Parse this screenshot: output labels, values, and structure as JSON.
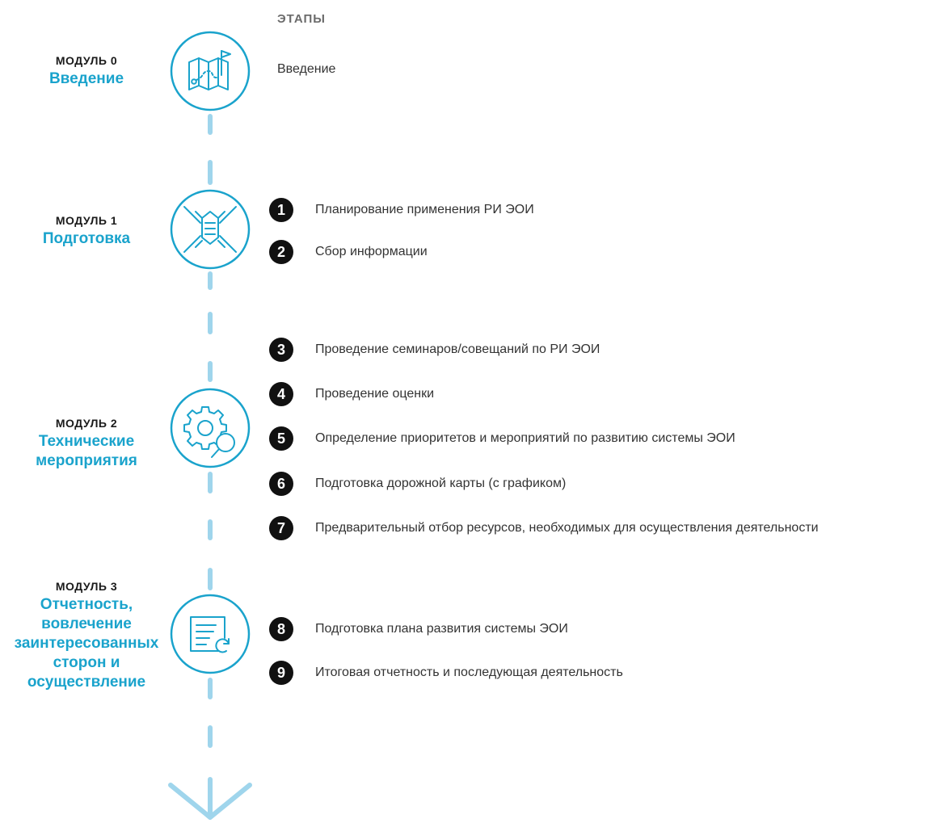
{
  "header": {
    "stages_label": "ЭТАПЫ"
  },
  "colors": {
    "accent": "#1aa3cc",
    "timeline": "#9fd5ec",
    "badge": "#111111",
    "text": "#333333"
  },
  "modules": [
    {
      "number": "МОДУЛЬ 0",
      "title_lines": [
        "Введение"
      ],
      "icon": "map-with-flag-icon",
      "intro": "Введение"
    },
    {
      "number": "МОДУЛЬ 1",
      "title_lines": [
        "Подготовка"
      ],
      "icon": "joined-hands-icon"
    },
    {
      "number": "МОДУЛЬ 2",
      "title_lines": [
        "Технические",
        "мероприятия"
      ],
      "icon": "gear-with-magnifier-icon"
    },
    {
      "number": "МОДУЛЬ 3",
      "title_lines": [
        "Отчетность,",
        "вовлечение",
        "заинтересованных",
        "сторон и",
        "осуществление"
      ],
      "icon": "document-refresh-icon"
    }
  ],
  "steps": [
    {
      "num": "1",
      "text": "Планирование применения РИ ЭОИ"
    },
    {
      "num": "2",
      "text": "Сбор информации"
    },
    {
      "num": "3",
      "text": "Проведение семинаров/совещаний по РИ ЭОИ"
    },
    {
      "num": "4",
      "text": "Проведение оценки"
    },
    {
      "num": "5",
      "text": "Определение приоритетов и мероприятий по развитию системы ЭОИ"
    },
    {
      "num": "6",
      "text": "Подготовка дорожной карты (с графиком)"
    },
    {
      "num": "7",
      "text": "Предварительный отбор ресурсов, необходимых для осуществления деятельности"
    },
    {
      "num": "8",
      "text": "Подготовка плана развития системы ЭОИ"
    },
    {
      "num": "9",
      "text": "Итоговая отчетность и последующая деятельность"
    }
  ]
}
